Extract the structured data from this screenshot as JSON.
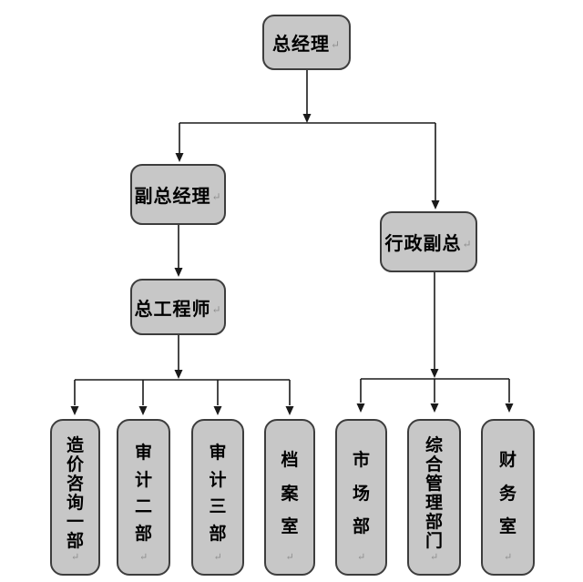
{
  "diagram": {
    "type": "org-chart",
    "paragraph_mark": "↵",
    "nodes": {
      "general_manager": {
        "label": "总经理"
      },
      "deputy_general_manager": {
        "label": "副总经理"
      },
      "admin_vice_president": {
        "label": "行政副总"
      },
      "chief_engineer": {
        "label": "总工程师"
      },
      "cost_consulting_dept1": {
        "label": "造价咨询一部"
      },
      "audit_dept2": {
        "label": "审计二部"
      },
      "audit_dept3": {
        "label": "审计三部"
      },
      "archives_room": {
        "label": "档案室"
      },
      "marketing_dept": {
        "label": "市场部"
      },
      "general_admin_dept": {
        "label": "综合管理部门"
      },
      "finance_room": {
        "label": "财务室"
      }
    },
    "edges": [
      [
        "general_manager",
        "deputy_general_manager"
      ],
      [
        "general_manager",
        "admin_vice_president"
      ],
      [
        "deputy_general_manager",
        "chief_engineer"
      ],
      [
        "chief_engineer",
        "cost_consulting_dept1"
      ],
      [
        "chief_engineer",
        "audit_dept2"
      ],
      [
        "chief_engineer",
        "audit_dept3"
      ],
      [
        "chief_engineer",
        "archives_room"
      ],
      [
        "admin_vice_president",
        "marketing_dept"
      ],
      [
        "admin_vice_president",
        "general_admin_dept"
      ],
      [
        "admin_vice_president",
        "finance_room"
      ]
    ]
  },
  "colors": {
    "box_fill": "#c7c7c7",
    "box_border": "#3d3d3d",
    "connector": "#1a1a1a",
    "background": "#ffffff",
    "mark": "#8f8f8f"
  }
}
